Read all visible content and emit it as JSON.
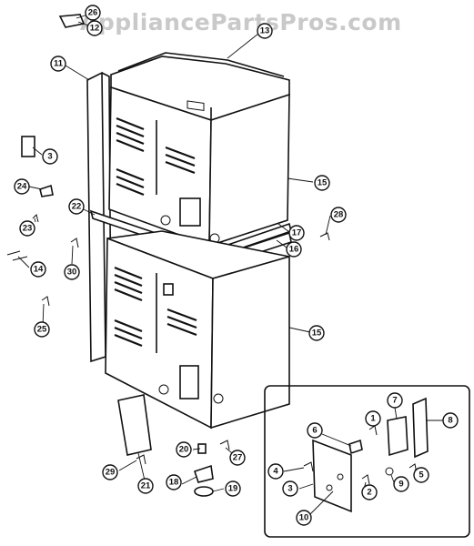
{
  "watermark": "AppliancePartsPros.com",
  "callouts": [
    {
      "id": "c26",
      "label": "26"
    },
    {
      "id": "c12",
      "label": "12"
    },
    {
      "id": "c13",
      "label": "13"
    },
    {
      "id": "c11",
      "label": "11"
    },
    {
      "id": "c3a",
      "label": "3"
    },
    {
      "id": "c24",
      "label": "24"
    },
    {
      "id": "c23",
      "label": "23"
    },
    {
      "id": "c22",
      "label": "22"
    },
    {
      "id": "c14",
      "label": "14"
    },
    {
      "id": "c30",
      "label": "30"
    },
    {
      "id": "c25",
      "label": "25"
    },
    {
      "id": "c15a",
      "label": "15"
    },
    {
      "id": "c28",
      "label": "28"
    },
    {
      "id": "c17",
      "label": "17"
    },
    {
      "id": "c16",
      "label": "16"
    },
    {
      "id": "c15b",
      "label": "15"
    },
    {
      "id": "c29",
      "label": "29"
    },
    {
      "id": "c21",
      "label": "21"
    },
    {
      "id": "c20",
      "label": "20"
    },
    {
      "id": "c27",
      "label": "27"
    },
    {
      "id": "c18",
      "label": "18"
    },
    {
      "id": "c19",
      "label": "19"
    },
    {
      "id": "c7",
      "label": "7"
    },
    {
      "id": "c8",
      "label": "8"
    },
    {
      "id": "c6",
      "label": "6"
    },
    {
      "id": "c1",
      "label": "1"
    },
    {
      "id": "c4",
      "label": "4"
    },
    {
      "id": "c5",
      "label": "5"
    },
    {
      "id": "c3b",
      "label": "3"
    },
    {
      "id": "c9",
      "label": "9"
    },
    {
      "id": "c2",
      "label": "2"
    },
    {
      "id": "c10",
      "label": "10"
    }
  ]
}
